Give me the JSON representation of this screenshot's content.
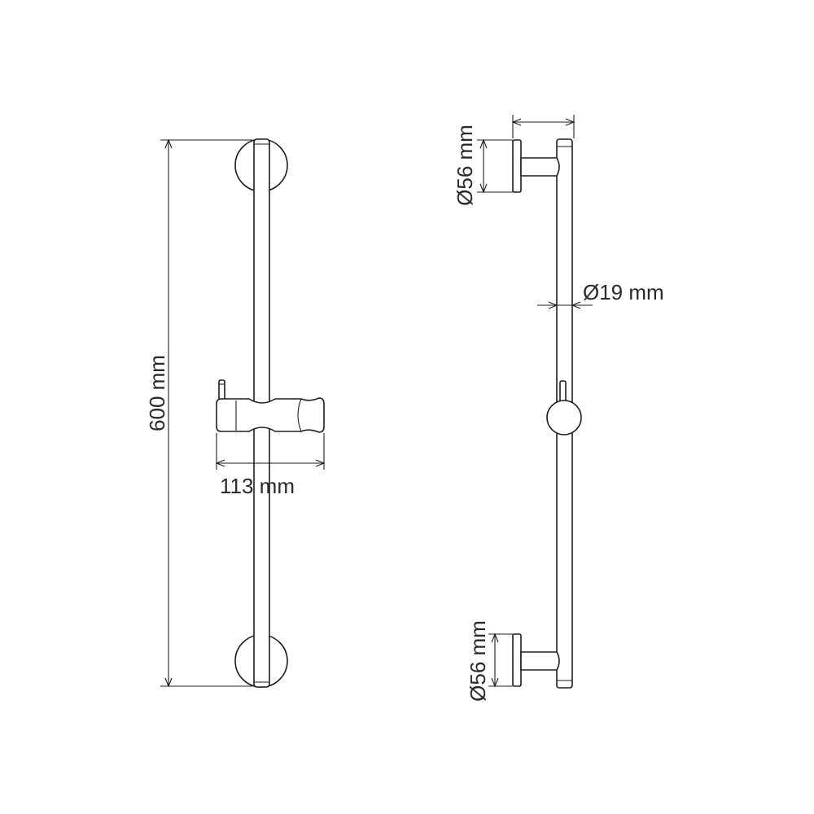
{
  "front_view": {
    "height_label": "600 mm",
    "slider_width_label": "113 mm"
  },
  "side_view": {
    "top_bracket_label": "Ø56 mm",
    "bar_diameter_label": "Ø19 mm",
    "bottom_bracket_label": "Ø56 mm"
  },
  "colors": {
    "line": "#1e1e1e",
    "background": "#ffffff"
  }
}
